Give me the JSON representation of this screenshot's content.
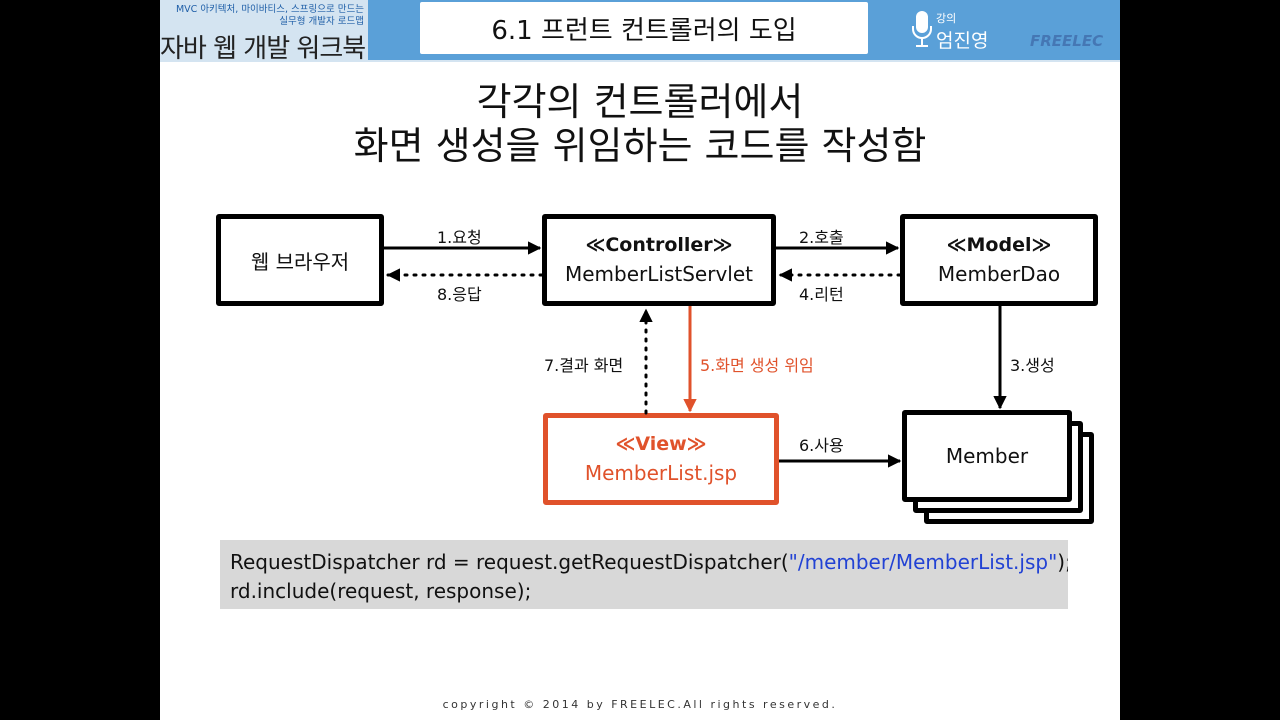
{
  "header": {
    "book_subtitle_line1": "MVC 아키텍처, 마이바티스, 스프링으로 만드는",
    "book_subtitle_line2": "실무형 개발자 로드맵",
    "book_title": "자바 웹 개발 워크북",
    "slide_title": "6.1 프런트 컨트롤러의 도입",
    "lecture_label": "강의",
    "lecturer_name": "엄진영",
    "publisher": "FREELEC"
  },
  "headline": {
    "line1": "각각의 컨트롤러에서",
    "line2": "화면 생성을 위임하는 코드를 작성함"
  },
  "diagram": {
    "nodes": {
      "browser": {
        "name": "웹 브라우저"
      },
      "controller": {
        "stereotype": "≪Controller≫",
        "name": "MemberListServlet"
      },
      "model": {
        "stereotype": "≪Model≫",
        "name": "MemberDao"
      },
      "view": {
        "stereotype": "≪View≫",
        "name": "MemberList.jsp"
      },
      "member": {
        "name": "Member"
      }
    },
    "edges": {
      "request": "1.요청",
      "call": "2.호출",
      "create": "3.생성",
      "return": "4.리턴",
      "delegate": "5.화면 생성 위임",
      "use": "6.사용",
      "result": "7.결과 화면",
      "response": "8.응답"
    },
    "colors": {
      "highlight": "#e0522b",
      "line": "#000000"
    }
  },
  "code": {
    "line1_prefix": "RequestDispatcher rd = request.getRequestDispatcher(",
    "line1_string": "\"/member/MemberList.jsp\"",
    "line1_suffix": ");",
    "line2": "rd.include(request, response);",
    "string_color": "#2242d4"
  },
  "footer": {
    "copyright": "copyright © 2014 by FREELEC.All rights reserved."
  }
}
